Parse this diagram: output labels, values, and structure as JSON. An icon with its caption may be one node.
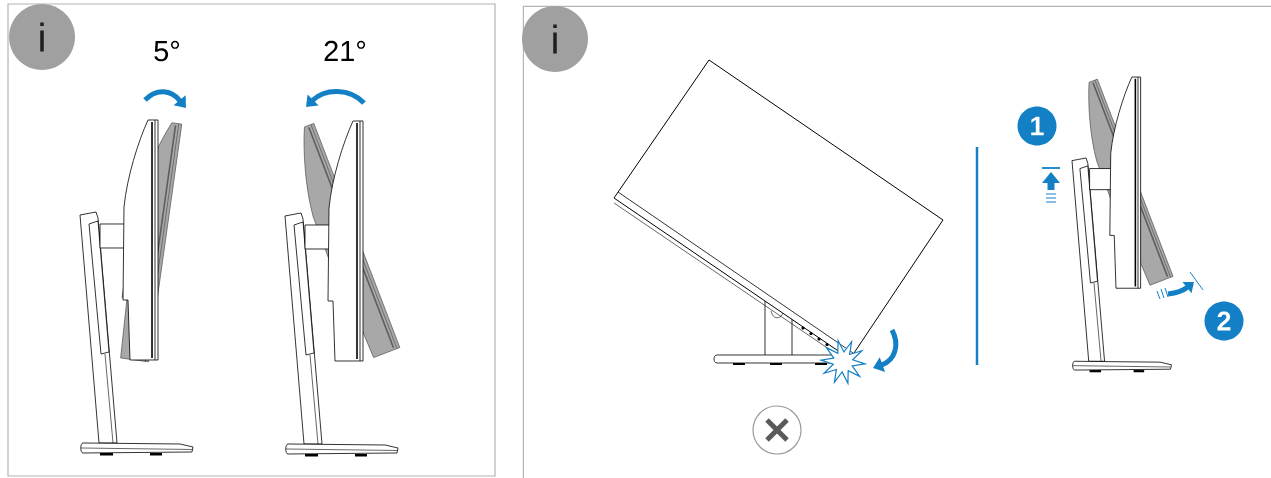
{
  "diagram": {
    "nodes": [
      {
        "text": [],
        "shape": "box"
      },
      {
        "text": [
          "i"
        ],
        "in": 0
      },
      {
        "text": [],
        "shape": "box"
      },
      {
        "text": [
          "i"
        ],
        "in": 2
      },
      {
        "text": [
          "1"
        ],
        "in": 2
      },
      {
        "text": [
          "2"
        ],
        "in": 2
      }
    ],
    "labels": [
      "5°",
      "21°"
    ]
  }
}
